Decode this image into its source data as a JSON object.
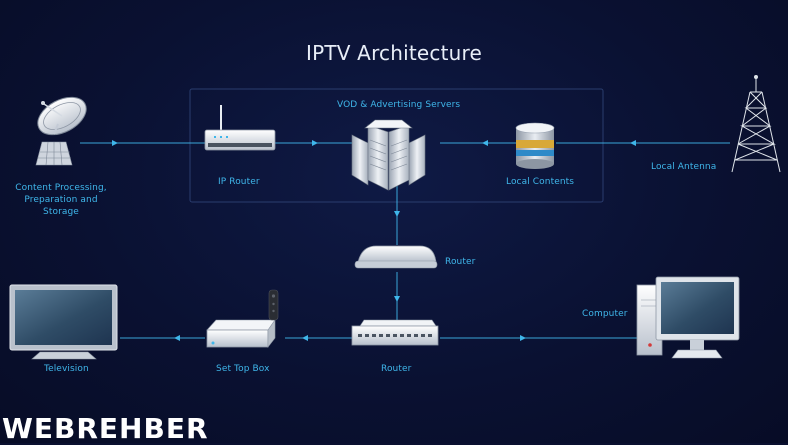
{
  "title": "IPTV Architecture",
  "labels": {
    "content_processing": "Content Processing,\nPreparation and Storage",
    "ip_router": "IP Router",
    "vod_servers": "VOD & Advertising Servers",
    "local_contents": "Local Contents",
    "local_antenna": "Local Antenna",
    "router_middle": "Router",
    "router_bottom": "Router",
    "television": "Television",
    "set_top_box": "Set Top Box",
    "computer": "Computer"
  },
  "logo": "WEBREHBER",
  "colors": {
    "background": "#0a1132",
    "line": "#3fb6ea",
    "text": "#3fb6ea",
    "title": "#e8eef8",
    "logo_accent": "#e0141e"
  }
}
